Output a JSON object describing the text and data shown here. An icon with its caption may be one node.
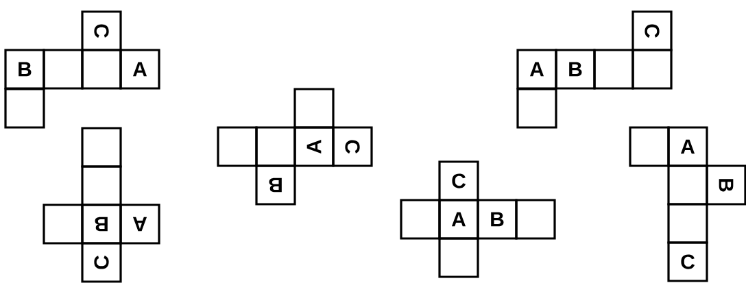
{
  "diagram": {
    "nodes": [
      {
        "text": [
          "C"
        ]
      },
      {
        "text": [
          "B"
        ]
      },
      {
        "text": [],
        "shape": "box"
      },
      {
        "text": [],
        "shape": "box"
      },
      {
        "text": [
          "A"
        ]
      },
      {
        "text": [],
        "shape": "box"
      },
      {
        "text": [],
        "shape": "box"
      },
      {
        "text": [],
        "shape": "box"
      },
      {
        "text": [],
        "shape": "box"
      },
      {
        "text": [
          "B"
        ]
      },
      {
        "text": [
          "A"
        ]
      },
      {
        "text": [
          "C"
        ]
      },
      {
        "text": [],
        "shape": "box"
      },
      {
        "text": [],
        "shape": "box"
      },
      {
        "text": [],
        "shape": "box"
      },
      {
        "text": [
          "A"
        ]
      },
      {
        "text": [
          "C"
        ]
      },
      {
        "text": [
          "B"
        ]
      },
      {
        "text": [
          "C"
        ]
      },
      {
        "text": [],
        "shape": "box"
      },
      {
        "text": [
          "A"
        ]
      },
      {
        "text": [
          "B"
        ]
      },
      {
        "text": [],
        "shape": "box"
      },
      {
        "text": [],
        "shape": "box"
      },
      {
        "text": [
          "C"
        ]
      },
      {
        "text": [
          "A"
        ]
      },
      {
        "text": [
          "B"
        ]
      },
      {
        "text": [],
        "shape": "box"
      },
      {
        "text": [],
        "shape": "box"
      },
      {
        "text": [],
        "shape": "box"
      },
      {
        "text": [],
        "shape": "box"
      },
      {
        "text": [
          "A"
        ]
      },
      {
        "text": [],
        "shape": "box"
      },
      {
        "text": [
          "B"
        ]
      },
      {
        "text": [],
        "shape": "box"
      },
      {
        "text": [
          "C"
        ]
      }
    ]
  }
}
